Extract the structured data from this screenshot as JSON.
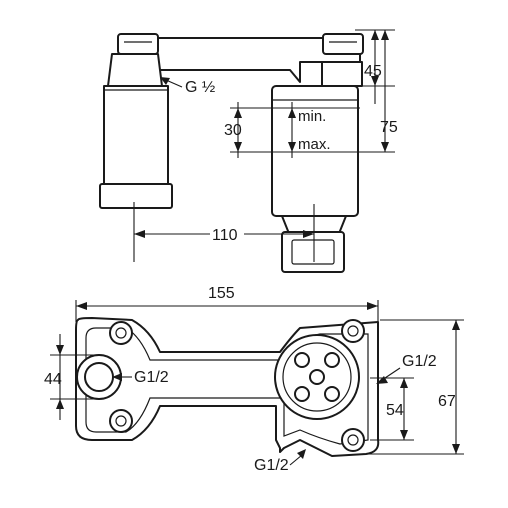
{
  "side_view": {
    "thread_label": "G ½",
    "dim_45": "45",
    "dim_75": "75",
    "dim_30": "30",
    "min_label": "min.",
    "max_label": "max.",
    "dim_110": "110"
  },
  "plan_view": {
    "dim_155": "155",
    "dim_44": "44",
    "dim_54": "54",
    "dim_67": "67",
    "port_left_label": "G1/2",
    "port_right_label": "G1/2",
    "port_bottom_label": "G1/2"
  }
}
